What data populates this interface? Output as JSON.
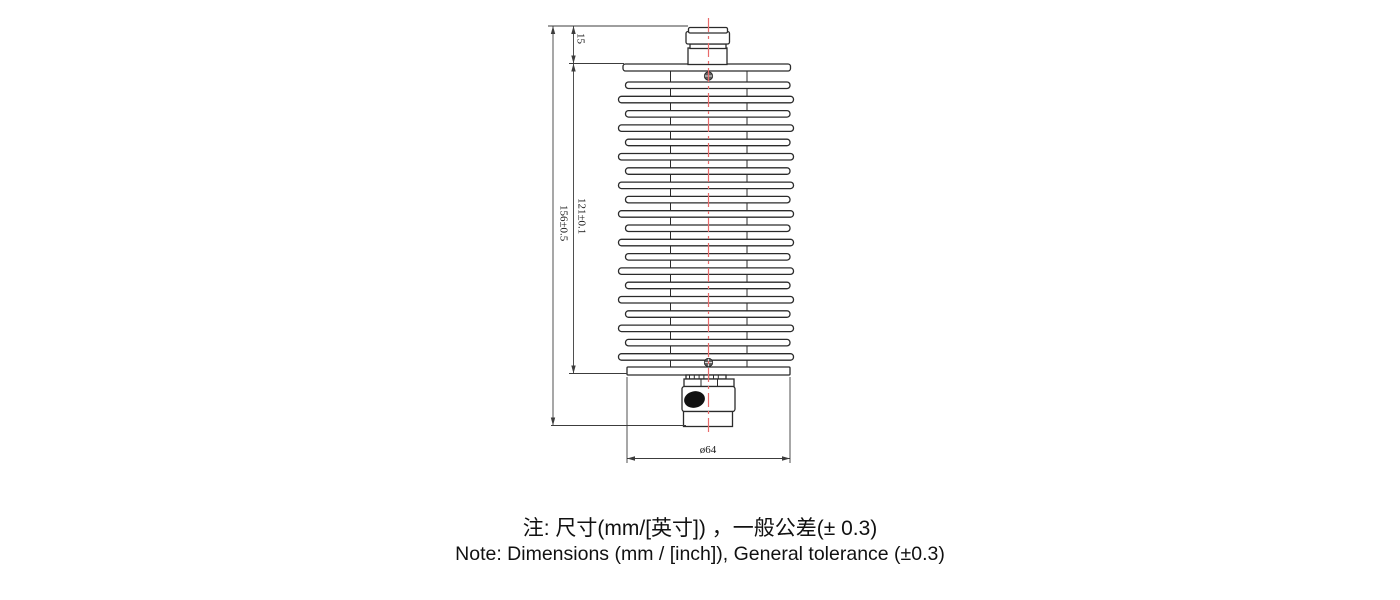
{
  "drawing": {
    "dimensions": {
      "connector_height": "15",
      "finned_body_height": "121±0.1",
      "overall_height": "156±0.5",
      "base_diameter": "ø64"
    },
    "fins": {
      "count": 20
    },
    "colors": {
      "centerline": "#e96b6b",
      "line": "#2b2b2b"
    }
  },
  "notes": {
    "chinese": "注: 尺寸(mm/[英寸]) ，一般公差(± 0.3)",
    "english": "Note: Dimensions (mm / [inch]), General tolerance (±0.3)"
  }
}
